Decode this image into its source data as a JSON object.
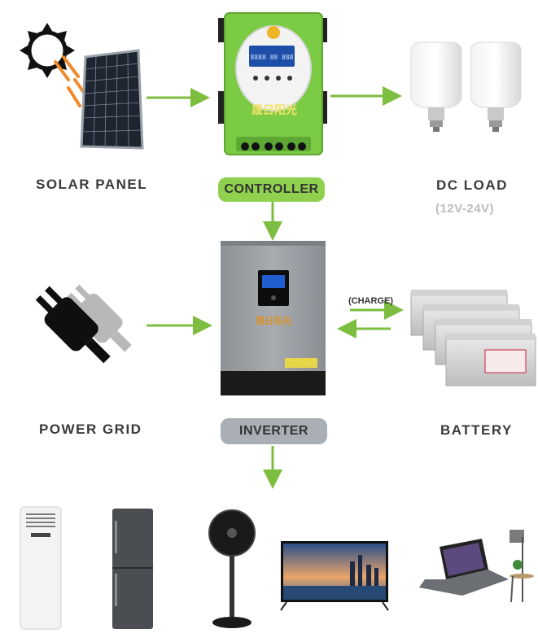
{
  "labels": {
    "solar_panel": "SOLAR PANEL",
    "dc_load": "DC LOAD",
    "dc_load_range": "(12V-24V)",
    "controller": "CONTROLLER",
    "power_grid": "POWER GRID",
    "battery": "BATTERY",
    "inverter": "INVERTER",
    "charge": "(CHARGE)"
  },
  "devices": {
    "controller_brand": "晟日阳光",
    "inverter_brand": "晟日阳光",
    "controller_screen": "8888 88 888"
  },
  "colors": {
    "arrow": "#7dbd3f",
    "controller_body": "#78c943",
    "pill_green": "#8fd14f",
    "pill_gray": "#a9afb4",
    "inverter_body": "#9a9ea3"
  }
}
